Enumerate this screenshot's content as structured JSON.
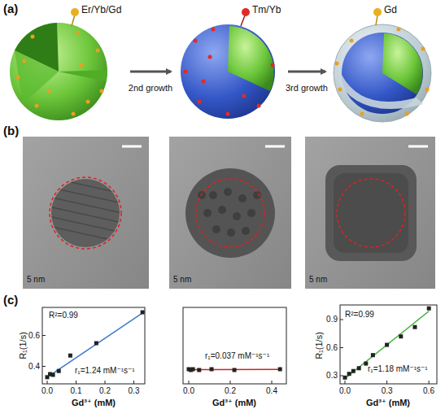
{
  "diagram": {
    "nodes": [
      {
        "text": [
          "Er/Yb/Gd"
        ]
      },
      {
        "text": [
          "Tm/Yb"
        ]
      },
      {
        "text": [
          "Gd"
        ]
      }
    ],
    "edges": [
      {
        "from": 0,
        "to": 1,
        "label": "2nd growth",
        "arrow": "to"
      },
      {
        "from": 1,
        "to": 2,
        "label": "3rd growth",
        "arrow": "to"
      }
    ],
    "labels": [
      "(a)",
      "(b)",
      "5 nm",
      "5 nm",
      "5 nm",
      "(c)",
      "R²=0.99",
      "r₁=1.24 mM⁻¹s⁻¹",
      "R₁(1/s)",
      "0.4",
      "0.6",
      "0.0",
      "0.1",
      "0.2",
      "0.3",
      "Gd³⁺ (mM)",
      "r₁=0.037 mM⁻¹s⁻¹",
      "0.0",
      "0.2",
      "0.4",
      "Gd³⁺ (mM)",
      "R²=0.99",
      "r₁=1.18 mM⁻¹s⁻¹",
      "R₁(1/s)",
      "0.3",
      "0.6",
      "0.9",
      "0.0",
      "0.3",
      "0.6",
      "Gd³⁺ (mM)"
    ]
  }
}
